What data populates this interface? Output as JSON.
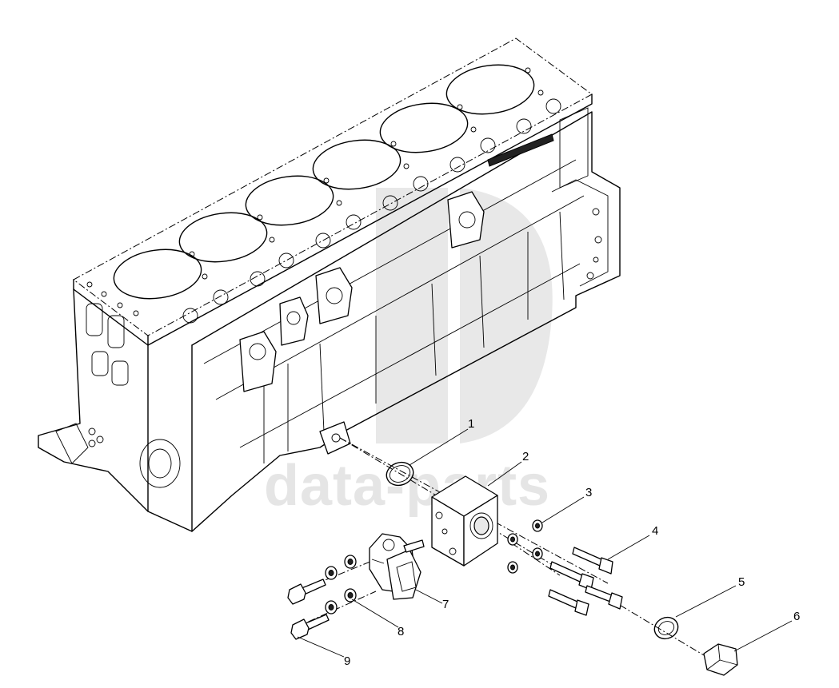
{
  "watermark": {
    "text": "data-parts",
    "color": "#c8c8c8"
  },
  "callouts": [
    {
      "id": "1",
      "label": "1"
    },
    {
      "id": "2",
      "label": "2"
    },
    {
      "id": "3",
      "label": "3"
    },
    {
      "id": "4",
      "label": "4"
    },
    {
      "id": "5",
      "label": "5"
    },
    {
      "id": "6",
      "label": "6"
    },
    {
      "id": "7",
      "label": "7"
    },
    {
      "id": "8",
      "label": "8"
    },
    {
      "id": "9",
      "label": "9"
    }
  ],
  "colors": {
    "line": "#000000",
    "background": "#ffffff"
  }
}
